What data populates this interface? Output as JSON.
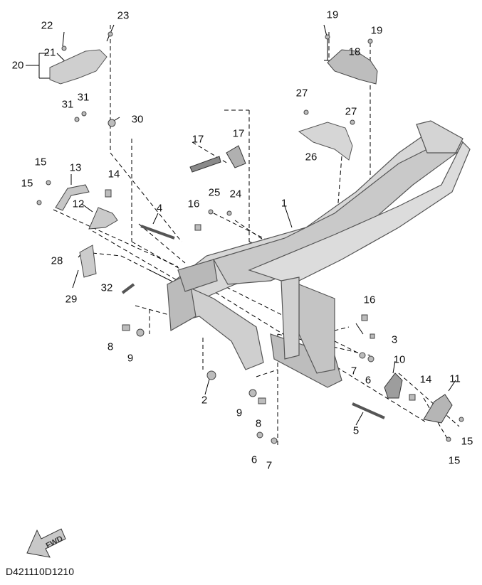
{
  "diagram": {
    "reference_code": "D421110D1210",
    "fwd_label": "FWD",
    "callouts": [
      "1",
      "2",
      "3",
      "4",
      "5",
      "6",
      "6",
      "7",
      "7",
      "8",
      "8",
      "9",
      "9",
      "10",
      "11",
      "12",
      "13",
      "14",
      "14",
      "15",
      "15",
      "15",
      "15",
      "16",
      "16",
      "17",
      "17",
      "18",
      "19",
      "19",
      "20",
      "21",
      "22",
      "23",
      "24",
      "25",
      "26",
      "27",
      "27",
      "28",
      "29",
      "30",
      "31",
      "31",
      "32"
    ]
  }
}
